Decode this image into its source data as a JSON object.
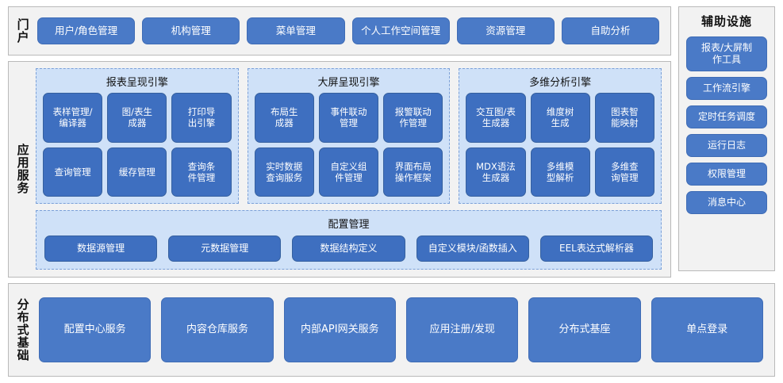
{
  "portal": {
    "label": "门户",
    "items": [
      {
        "label": "用户/角色管理"
      },
      {
        "label": "机构管理"
      },
      {
        "label": "菜单管理"
      },
      {
        "label": "个人工作空间管理"
      },
      {
        "label": "资源管理"
      },
      {
        "label": "自助分析"
      }
    ]
  },
  "aux": {
    "title": "辅助设施",
    "items": [
      {
        "label": "报表/大屏制\n作工具",
        "tall": true
      },
      {
        "label": "工作流引擎",
        "tall": false
      },
      {
        "label": "定时任务调度",
        "tall": false
      },
      {
        "label": "运行日志",
        "tall": false
      },
      {
        "label": "权限管理",
        "tall": false
      },
      {
        "label": "消息中心",
        "tall": false
      }
    ]
  },
  "app_service": {
    "label": "应用服务",
    "engines": [
      {
        "title": "报表呈现引擎",
        "nodes": [
          "表样管理/\n编译器",
          "图/表生\n成器",
          "打印导\n出引擎",
          "查询管理",
          "缓存管理",
          "查询条\n件管理"
        ]
      },
      {
        "title": "大屏呈现引擎",
        "nodes": [
          "布局生\n成器",
          "事件联动\n管理",
          "报警联动\n作管理",
          "实时数据\n查询服务",
          "自定义组\n件管理",
          "界面布局\n操作框架"
        ]
      },
      {
        "title": "多维分析引擎",
        "nodes": [
          "交互图/表\n生成器",
          "维度树\n生成",
          "图表智\n能映射",
          "MDX语法\n生成器",
          "多维模\n型解析",
          "多维查\n询管理"
        ]
      }
    ],
    "config": {
      "title": "配置管理",
      "items": [
        {
          "label": "数据源管理"
        },
        {
          "label": "元数据管理"
        },
        {
          "label": "数据结构定义"
        },
        {
          "label": "自定义模块/函数插入"
        },
        {
          "label": "EEL表达式解析器"
        }
      ]
    }
  },
  "foundation": {
    "label": "分布式基础",
    "items": [
      {
        "label": "配置中心服务"
      },
      {
        "label": "内容仓库服务"
      },
      {
        "label": "内部API网关服务"
      },
      {
        "label": "应用注册/发现"
      },
      {
        "label": "分布式基座"
      },
      {
        "label": "单点登录"
      }
    ]
  },
  "colors": {
    "node_blue": "#4a7ac7",
    "node_blue_deep": "#3e6fc0",
    "panel_bg": "#f2f2f2",
    "engine_bg": "#cfe1f8",
    "engine_border": "#7aa0d8",
    "panel_border": "#b9b9b9"
  }
}
